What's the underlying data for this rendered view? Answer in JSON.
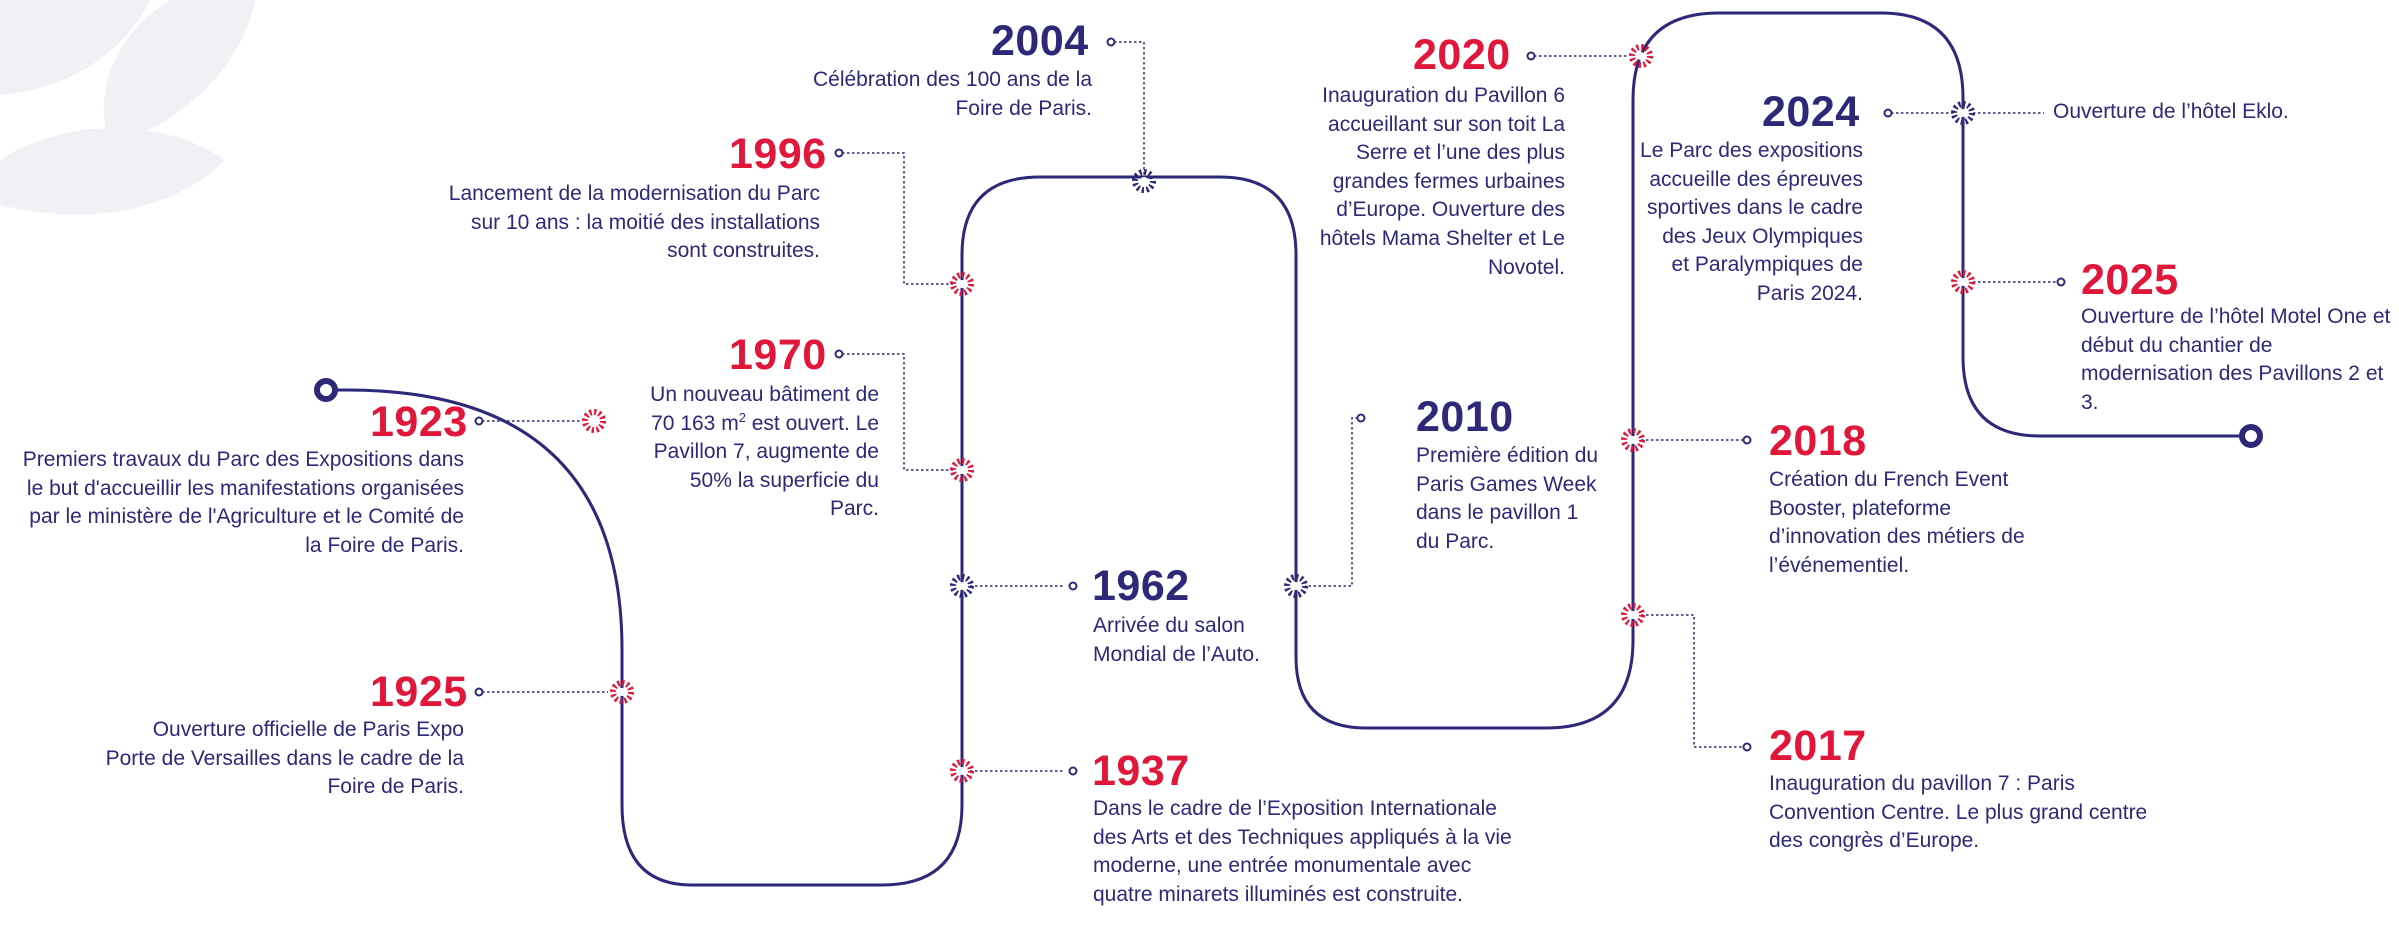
{
  "colors": {
    "navy": "#2d2878",
    "red": "#e0173a",
    "petal": "#f1f1f5"
  },
  "events": {
    "e1923": {
      "year": "1923",
      "text": "Premiers travaux du Parc des Expositions dans le but d'accueillir les manifestations organisées par le ministère de l'Agriculture et le Comité de la Foire de Paris."
    },
    "e1925": {
      "year": "1925",
      "text": "Ouverture officielle de Paris Expo Porte de Versailles dans le cadre de la Foire de Paris."
    },
    "e1970": {
      "year": "1970",
      "text_before": "Un nouveau bâtiment de 70 163 m",
      "sup": "2",
      "text_after": " est ouvert. Le Pavillon 7, augmente de 50% la superficie du Parc."
    },
    "e1996": {
      "year": "1996",
      "text": "Lancement de la modernisation du Parc sur 10 ans : la moitié des installations sont construites."
    },
    "e2004": {
      "year": "2004",
      "text": "Célébration des 100 ans de la Foire de Paris."
    },
    "e1962": {
      "year": "1962",
      "text": "Arrivée du salon Mondial de l’Auto."
    },
    "e1937": {
      "year": "1937",
      "text": "Dans le cadre de l’Exposition Internationale des Arts et des Techniques appliqués à la vie moderne, une entrée monumentale avec quatre minarets illuminés est construite."
    },
    "e2010": {
      "year": "2010",
      "text": "Première édition du Paris Games Week dans le pavillon 1 du Parc."
    },
    "e2020": {
      "year": "2020",
      "text": "Inauguration du Pavillon 6 accueillant sur son toit La Serre et l’une des plus grandes fermes urbaines d’Europe. Ouverture des hôtels Mama Shelter et Le Novotel."
    },
    "e2018": {
      "year": "2018",
      "text": "Création du French Event Booster, plateforme d’innovation des métiers de l’événementiel."
    },
    "e2017": {
      "year": "2017",
      "text": "Inauguration du pavillon 7 : Paris Convention Centre. Le plus grand centre des congrès d’Europe."
    },
    "e2024": {
      "year": "2024",
      "text": "Le Parc des expositions accueille des épreuves sportives dans le cadre des Jeux Olympiques et Paralympiques de Paris 2024."
    },
    "eEklo": {
      "text": "Ouverture de l’hôtel Eklo."
    },
    "e2025": {
      "year": "2025",
      "text": "Ouverture de l’hôtel Motel One et début du chantier de modernisation des Pavillons 2 et 3."
    }
  }
}
